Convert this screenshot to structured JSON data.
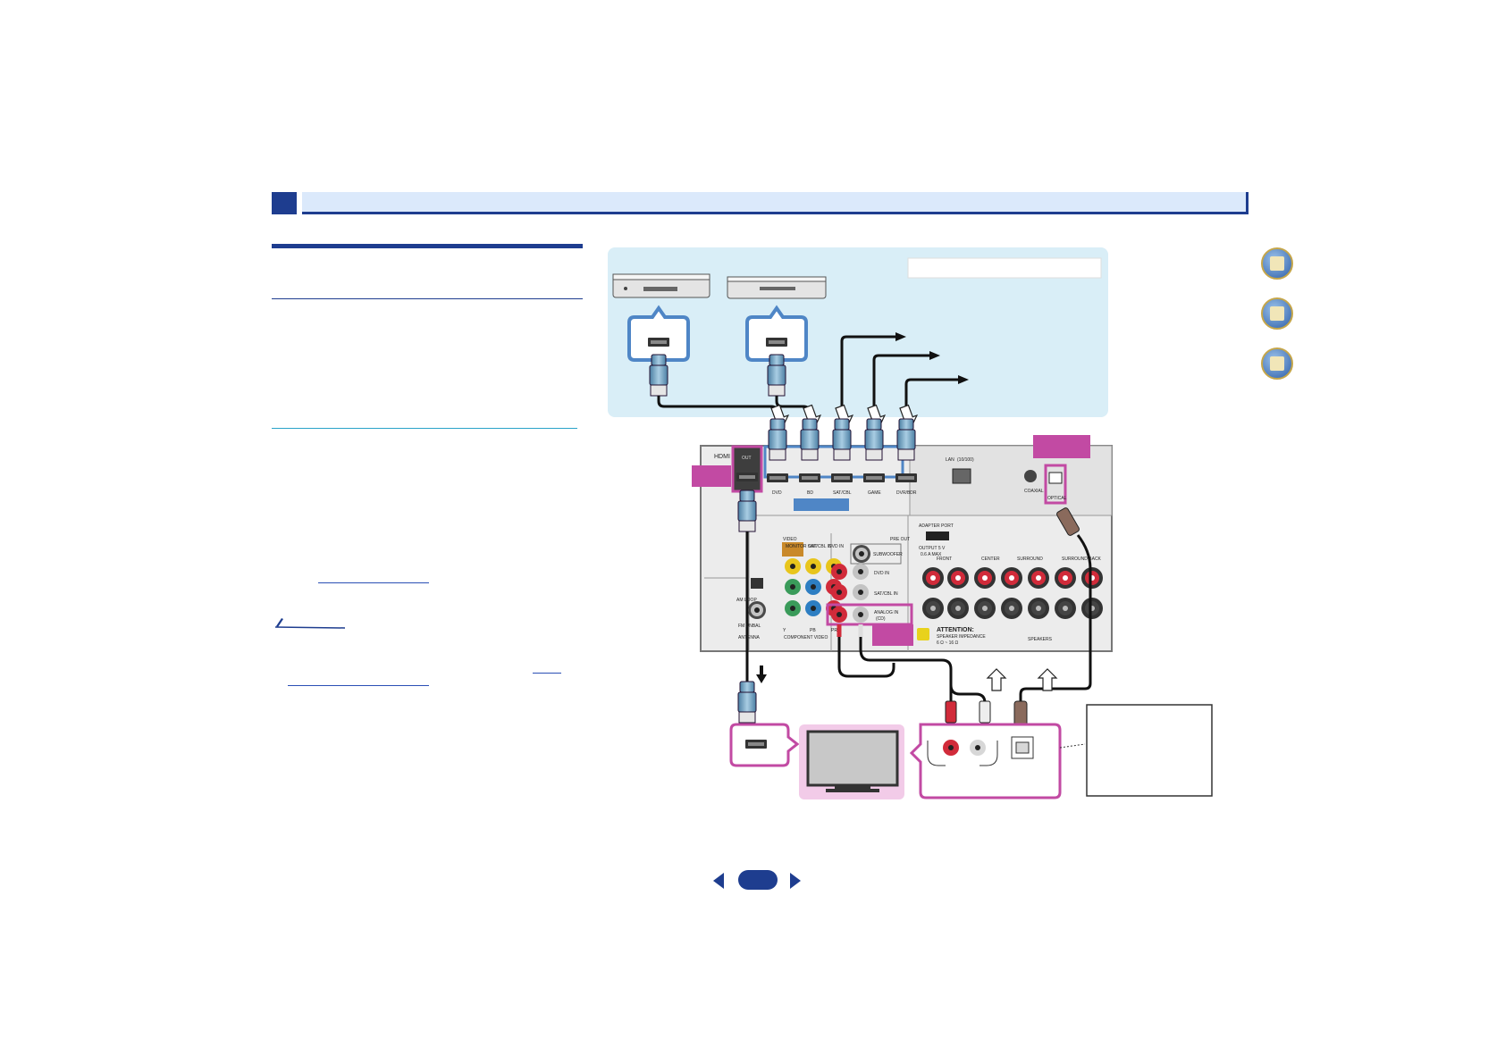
{
  "section_header": {
    "number": "",
    "title": ""
  },
  "diagram": {
    "receiver_labels": {
      "hdmi": "HDMI",
      "out": "OUT",
      "hdmi_inputs": [
        "DVD",
        "BD",
        "SAT/CBL",
        "GAME",
        "DVR/BDR"
      ],
      "lan": "LAN",
      "lan_sub": "(10/100)",
      "coaxial": "COAXIAL",
      "optical": "OPTICAL",
      "adapter_port": "ADAPTER PORT",
      "adapter_output": "OUTPUT 5 V",
      "adapter_current": "0.6 A MAX",
      "video": "VIDEO",
      "pre_out": "PRE OUT",
      "subwoofer": "SUBWOOFER",
      "monitor_out": "MONITOR OUT",
      "satcbl_in": "SAT/CBL IN",
      "dvd_in": "DVD IN",
      "dvr_in": "DVD IN",
      "analog_in": "ANALOG IN",
      "cd": "(CD)",
      "component_video": "COMPONENT VIDEO",
      "component_cols": [
        "Y",
        "PB",
        "PR"
      ],
      "antenna": "ANTENNA",
      "speaker_groups": [
        "FRONT",
        "CENTER",
        "SURROUND",
        "SURROUND BACK"
      ],
      "speakers": "SPEAKERS",
      "attention": "ATTENTION:",
      "attention_sub": "SPEAKER IMPEDANCE",
      "attention_val": "6 Ω ~ 16 Ω",
      "fm": "FM UNBAL",
      "am_loop": "AM LOOP"
    }
  }
}
